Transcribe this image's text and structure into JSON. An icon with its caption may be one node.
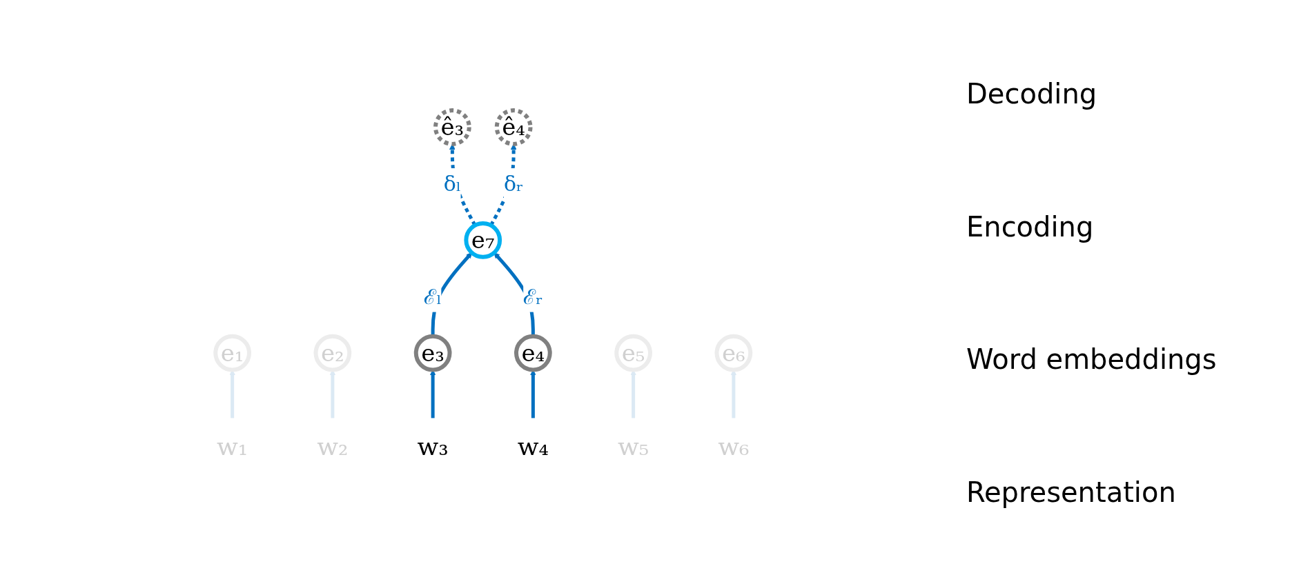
{
  "diagram": {
    "nodes": [
      {
        "text": [
          "ê₃"
        ]
      },
      {
        "text": [
          "ê₄"
        ]
      },
      {
        "text": [
          "e₇"
        ]
      },
      {
        "text": [
          "e₁"
        ]
      },
      {
        "text": [
          "e₂"
        ]
      },
      {
        "text": [
          "e₃"
        ]
      },
      {
        "text": [
          "e₄"
        ]
      },
      {
        "text": [
          "e₅"
        ]
      },
      {
        "text": [
          "e₆"
        ]
      },
      {
        "text": [
          "w₁"
        ]
      },
      {
        "text": [
          "w₂"
        ]
      },
      {
        "text": [
          "w₃"
        ]
      },
      {
        "text": [
          "w₄"
        ]
      },
      {
        "text": [
          "w₅"
        ]
      },
      {
        "text": [
          "w₆"
        ]
      }
    ],
    "edges": [
      {
        "from": 2,
        "to": 0,
        "arrow": "to",
        "label": "δₗ",
        "style": "dashed"
      },
      {
        "from": 2,
        "to": 1,
        "arrow": "to",
        "label": "δᵣ",
        "style": "dashed"
      },
      {
        "from": 5,
        "to": 2,
        "arrow": "to",
        "label": "ℰₗ"
      },
      {
        "from": 6,
        "to": 2,
        "arrow": "to",
        "label": "ℰᵣ"
      },
      {
        "from": 9,
        "to": 3,
        "arrow": "to",
        "color": "#dbe9f4"
      },
      {
        "from": 10,
        "to": 4,
        "arrow": "to",
        "color": "#dbe9f4"
      },
      {
        "from": 11,
        "to": 5,
        "arrow": "to"
      },
      {
        "from": 12,
        "to": 6,
        "arrow": "to"
      },
      {
        "from": 13,
        "to": 7,
        "arrow": "to",
        "color": "#dbe9f4"
      },
      {
        "from": 14,
        "to": 8,
        "arrow": "to",
        "color": "#dbe9f4"
      }
    ],
    "labels": [
      "Decoding",
      "Encoding",
      "Word embeddings",
      "Representation"
    ]
  }
}
